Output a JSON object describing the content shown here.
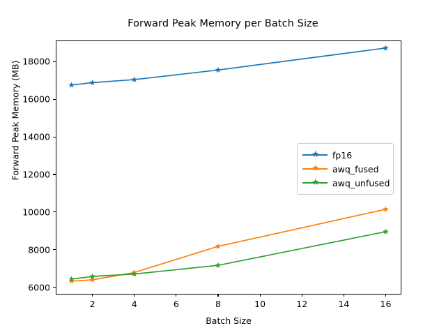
{
  "chart_data": {
    "type": "line",
    "title": "Forward Peak Memory per Batch Size",
    "xlabel": "Batch Size",
    "ylabel": "Forward Peak Memory (MB)",
    "x": [
      1,
      2,
      4,
      8,
      16
    ],
    "xlim": [
      0.25,
      16.75
    ],
    "ylim": [
      5620,
      19120
    ],
    "xticks": [
      2,
      4,
      6,
      8,
      10,
      12,
      14,
      16
    ],
    "xticklabels": [
      "2",
      "4",
      "6",
      "8",
      "10",
      "12",
      "14",
      "16"
    ],
    "yticks": [
      6000,
      8000,
      10000,
      12000,
      14000,
      16000,
      18000
    ],
    "yticklabels": [
      "6000",
      "8000",
      "10000",
      "12000",
      "14000",
      "16000",
      "18000"
    ],
    "grid": false,
    "legend_position": "center right",
    "marker": "star",
    "series": [
      {
        "name": "fp16",
        "color": "#1f77b4",
        "values": [
          16750,
          16880,
          17040,
          17550,
          18720
        ]
      },
      {
        "name": "awq_fused",
        "color": "#ff7f0e",
        "values": [
          6330,
          6400,
          6790,
          8180,
          10150
        ]
      },
      {
        "name": "awq_unfused",
        "color": "#2ca02c",
        "values": [
          6440,
          6580,
          6710,
          7170,
          8960
        ]
      }
    ]
  },
  "legend": {
    "entries": [
      {
        "label": "fp16"
      },
      {
        "label": "awq_fused"
      },
      {
        "label": "awq_unfused"
      }
    ]
  }
}
